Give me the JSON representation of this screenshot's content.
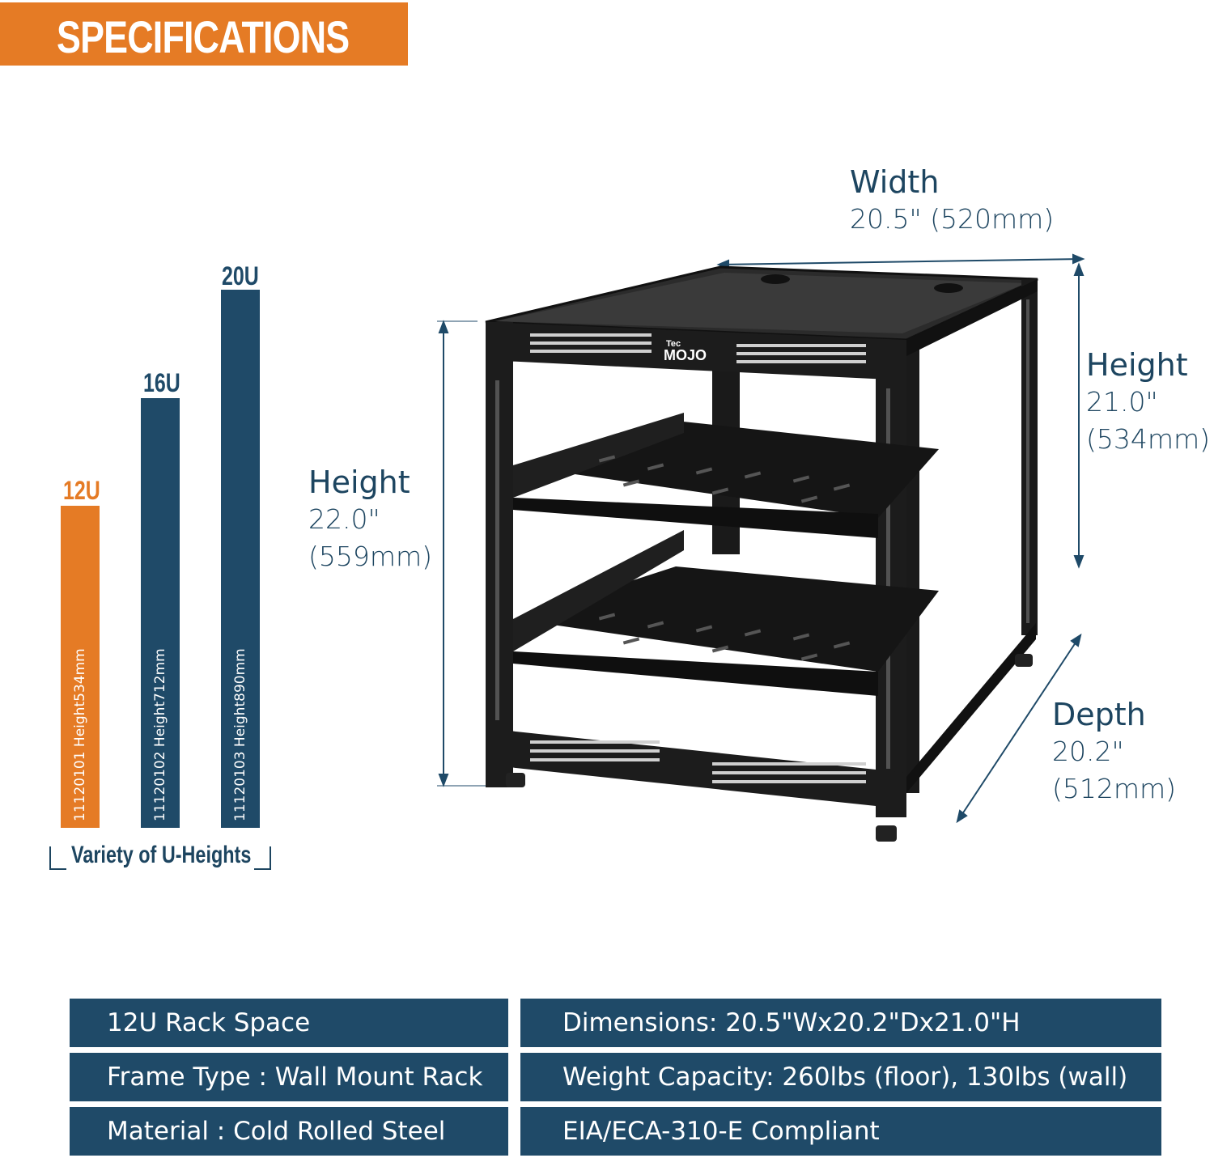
{
  "banner": {
    "title": "SPECIFICATIONS"
  },
  "variants": [
    {
      "u": "12U",
      "text": "11120101  Height534mm",
      "height_mm": 534,
      "color": "#e57b25"
    },
    {
      "u": "16U",
      "text": "11120102  Height712mm",
      "height_mm": 712,
      "color": "#1f4a68"
    },
    {
      "u": "20U",
      "text": "11120103  Height890mm",
      "height_mm": 890,
      "color": "#1f4a68"
    }
  ],
  "variety_caption": "Variety of U-Heights",
  "dimensions": {
    "width": {
      "label": "Width",
      "value": "20.5\" (520mm)"
    },
    "height_rear": {
      "label": "Height",
      "value_in": "21.0\"",
      "value_mm": "(534mm)"
    },
    "height_front": {
      "label": "Height",
      "value_in": "22.0\"",
      "value_mm": "(559mm)"
    },
    "depth": {
      "label": "Depth",
      "value_in": "20.2\"",
      "value_mm": "(512mm)"
    }
  },
  "product": {
    "brand_small": "Tec",
    "brand_big": "MOJO"
  },
  "specs": {
    "left": [
      "12U Rack Space",
      "Frame Type : Wall Mount Rack",
      "Material : Cold Rolled Steel"
    ],
    "right": [
      "Dimensions: 20.5\"Wx20.2\"Dx21.0\"H",
      "Weight Capacity: 260lbs (floor), 130lbs (wall)",
      "EIA/ECA-310-E Compliant"
    ]
  },
  "colors": {
    "accent": "#e57b25",
    "navy": "#1f4a68",
    "text_navy": "#1d4560"
  }
}
